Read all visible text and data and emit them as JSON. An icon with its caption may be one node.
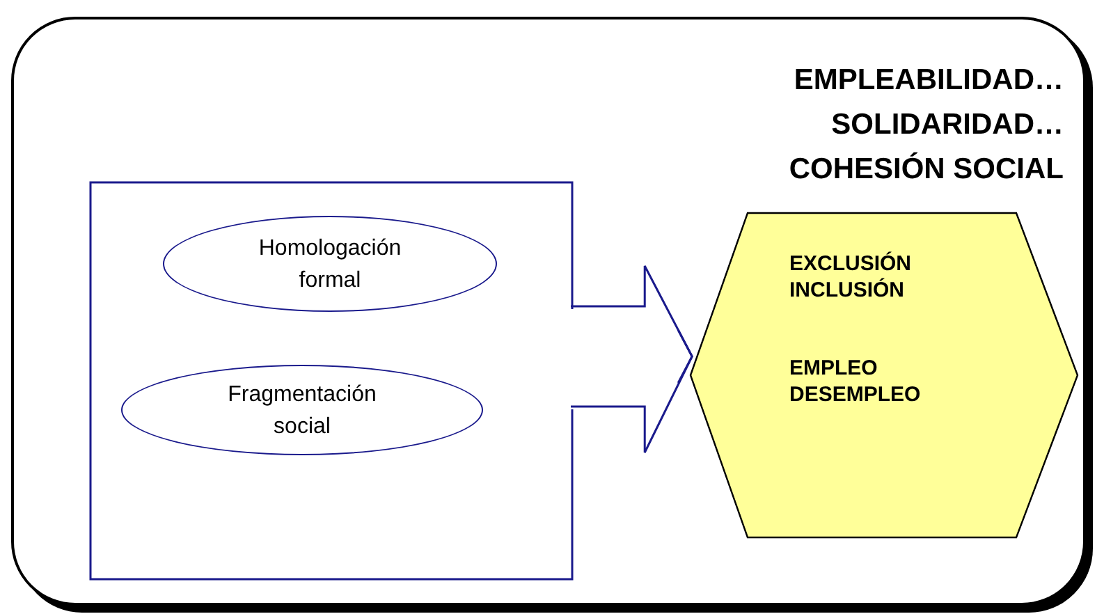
{
  "diagram": {
    "nodes": [
      {
        "text": [
          "EMPLEABILIDAD… SOLIDARIDAD… COHESIÓN SOCIAL"
        ]
      },
      {
        "text": [],
        "shape": "box",
        "in": 0
      },
      {
        "text": [
          "Homologación formal"
        ],
        "in": 1
      },
      {
        "text": [
          "Fragmentación social"
        ],
        "in": 1
      },
      {
        "text": [
          "EXCLUSIÓN INCLUSIÓN",
          "EMPLEO DESEMPLEO"
        ],
        "in": 0
      }
    ],
    "edges": [
      {
        "from": 1,
        "to": 4,
        "arrow": "to"
      }
    ]
  }
}
